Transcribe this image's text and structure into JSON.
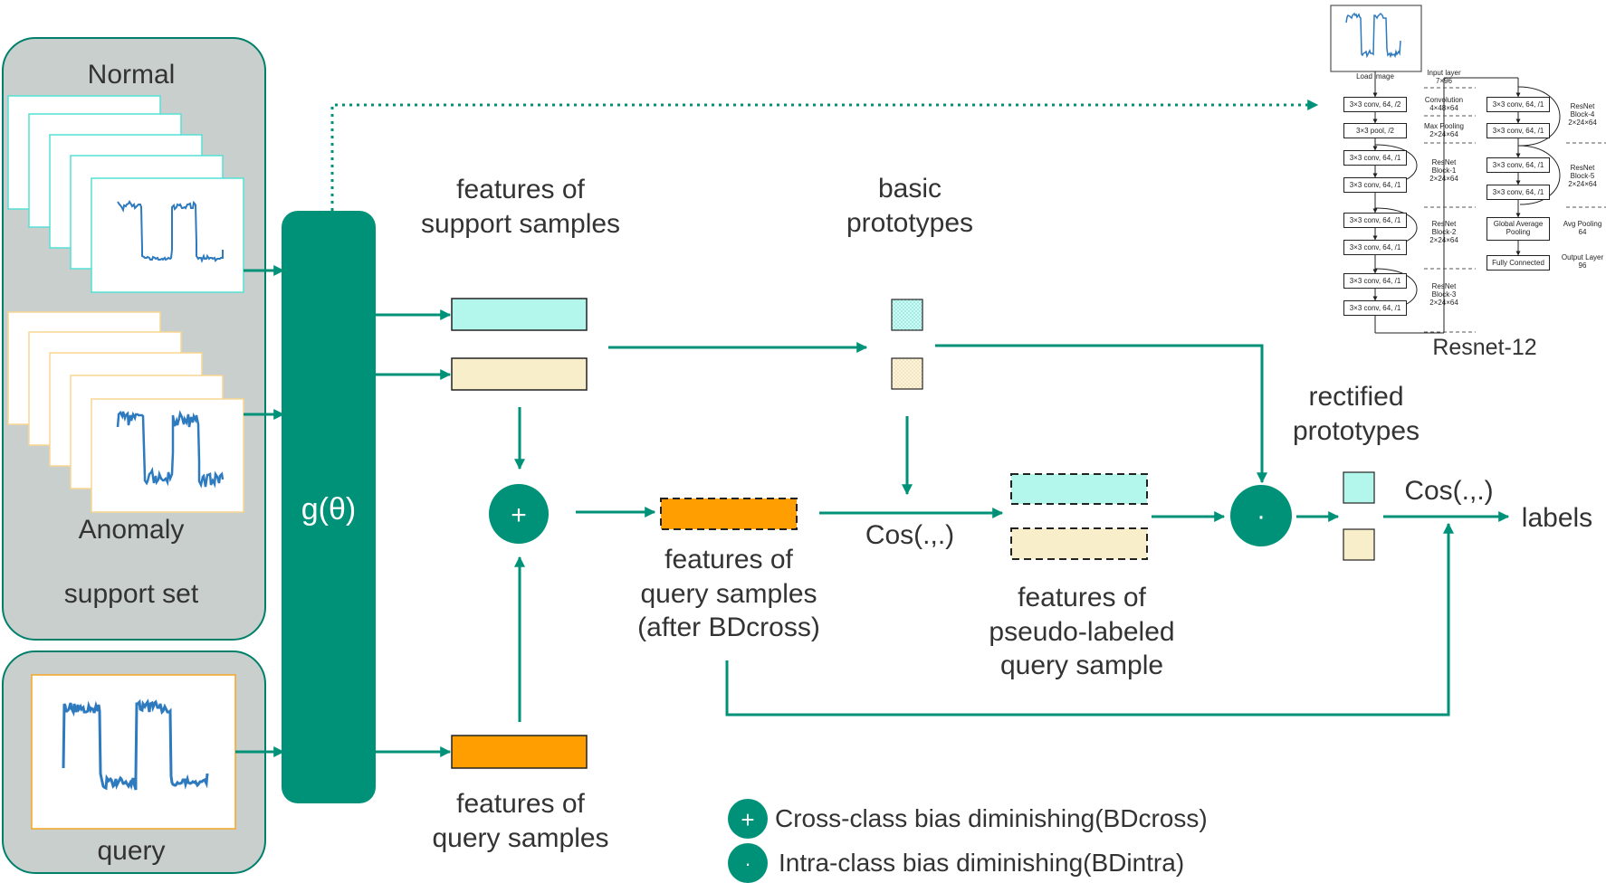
{
  "support_set": {
    "normal_label": "Normal",
    "anomaly_label": "Anomaly",
    "title": "support set"
  },
  "query": {
    "label": "query"
  },
  "encoder": {
    "label": "g(θ)"
  },
  "features_support": {
    "line1": "features of",
    "line2": "support samples"
  },
  "basic_prototypes": {
    "line1": "basic",
    "line2": "prototypes"
  },
  "features_query_after": {
    "line1": "features of",
    "line2": "query samples",
    "line3": "(after BDcross)"
  },
  "cos1": {
    "label": "Cos(.,.)"
  },
  "features_pseudo": {
    "line1": "features of",
    "line2": "pseudo-labeled",
    "line3": "query sample"
  },
  "rectified_prototypes": {
    "line1": "rectified",
    "line2": "prototypes"
  },
  "cos2": {
    "label": "Cos(.,.)"
  },
  "output": {
    "label": "labels"
  },
  "features_query": {
    "line1": "features of",
    "line2": "query samples"
  },
  "plus_op": {
    "symbol": "+"
  },
  "dot_op": {
    "symbol": "·"
  },
  "legend": {
    "plus_symbol": "+",
    "dot_symbol": "·",
    "bdcross": "Cross-class bias diminishing(BDcross)",
    "bdintra": "Intra-class bias diminishing(BDintra)"
  },
  "resnet": {
    "title": "Resnet-12",
    "load_image": "Load image",
    "left_boxes": [
      "3×3 conv, 64, /2",
      "3×3 pool, /2",
      "3×3 conv, 64, /1",
      "3×3 conv, 64, /1",
      "3×3 conv, 64, /1",
      "3×3 conv, 64, /1",
      "3×3 conv, 64, /1",
      "3×3 conv, 64, /1"
    ],
    "right_boxes": [
      "3×3 conv, 64, /1",
      "3×3 conv, 64, /1",
      "3×3 conv, 64, /1",
      "3×3 conv, 64, /1",
      "Global Average Pooling",
      "Fully Connected"
    ],
    "left_notes": [
      {
        "a": "Input layer",
        "b": "7×96"
      },
      {
        "a": "Convolution",
        "b": "4×48×64"
      },
      {
        "a": "Max Pooling",
        "b": "2×24×64"
      },
      {
        "a": "ResNet",
        "b": "Block-1",
        "c": "2×24×64"
      },
      {
        "a": "ResNet",
        "b": "Block-2",
        "c": "2×24×64"
      },
      {
        "a": "ResNet",
        "b": "Block-3",
        "c": "2×24×64"
      }
    ],
    "right_notes": [
      {
        "a": "ResNet",
        "b": "Block-4",
        "c": "2×24×64"
      },
      {
        "a": "ResNet",
        "b": "Block-5",
        "c": "2×24×64"
      },
      {
        "a": "Avg Pooling",
        "b": "64"
      },
      {
        "a": "Output Layer",
        "b": "96"
      }
    ]
  },
  "colors": {
    "teal": "#009278",
    "panel_gray": "#c8cfcd",
    "normal_feature": "#b3f7ec",
    "anomaly_feature": "#f8eec9",
    "query_feature": "#ff9e00",
    "signal_blue": "#2e7abf",
    "normal_border": "#55e0d4",
    "anomaly_border": "#f7d690",
    "query_border": "#f5a623"
  }
}
